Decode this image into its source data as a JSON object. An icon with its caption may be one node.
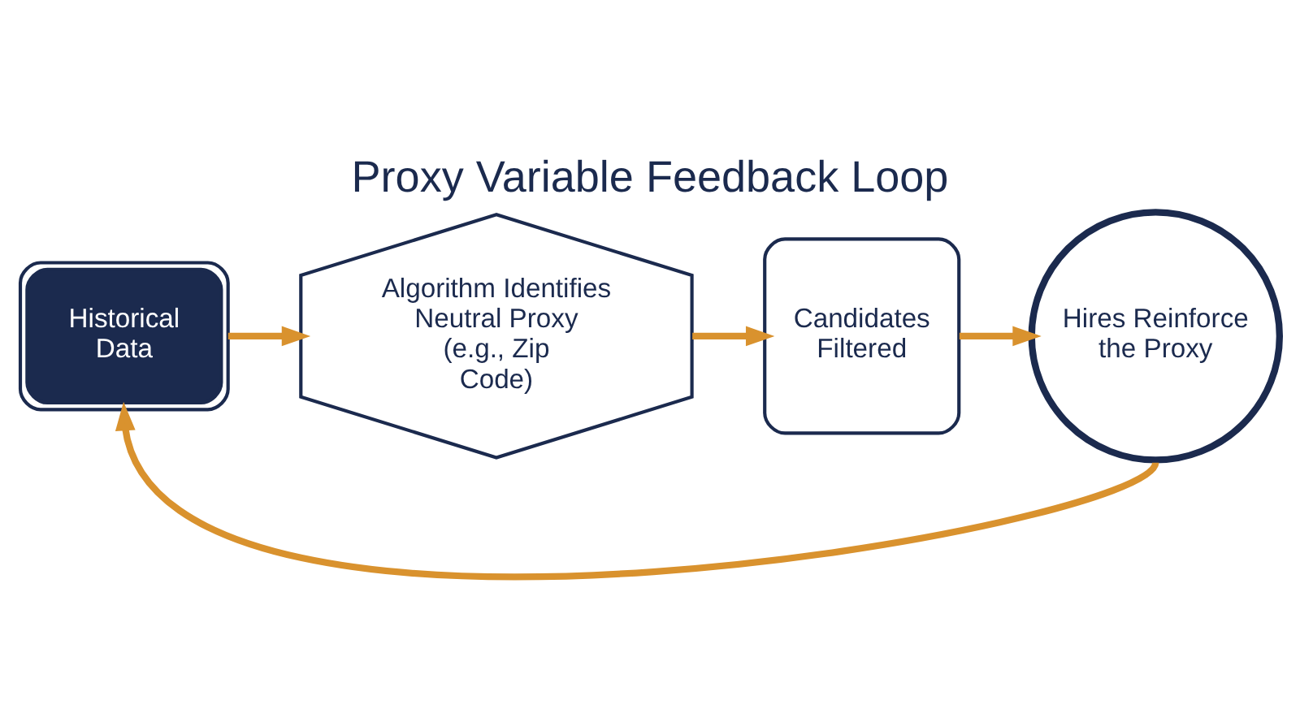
{
  "diagram": {
    "title": "Proxy Variable Feedback Loop",
    "nodes": [
      {
        "text": [
          "Historical Data"
        ]
      },
      {
        "text": [
          "Algorithm Identifies Neutral Proxy (e.g., Zip Code)"
        ]
      },
      {
        "text": [
          "Candidates Filtered"
        ]
      },
      {
        "text": [
          "Hires Reinforce the Proxy"
        ]
      }
    ],
    "edges": [
      {
        "from": 0,
        "to": 1,
        "arrow": "to"
      },
      {
        "from": 1,
        "to": 2,
        "arrow": "to"
      },
      {
        "from": 2,
        "to": 3,
        "arrow": "to"
      },
      {
        "from": 3,
        "to": 0,
        "arrow": "to"
      }
    ]
  }
}
